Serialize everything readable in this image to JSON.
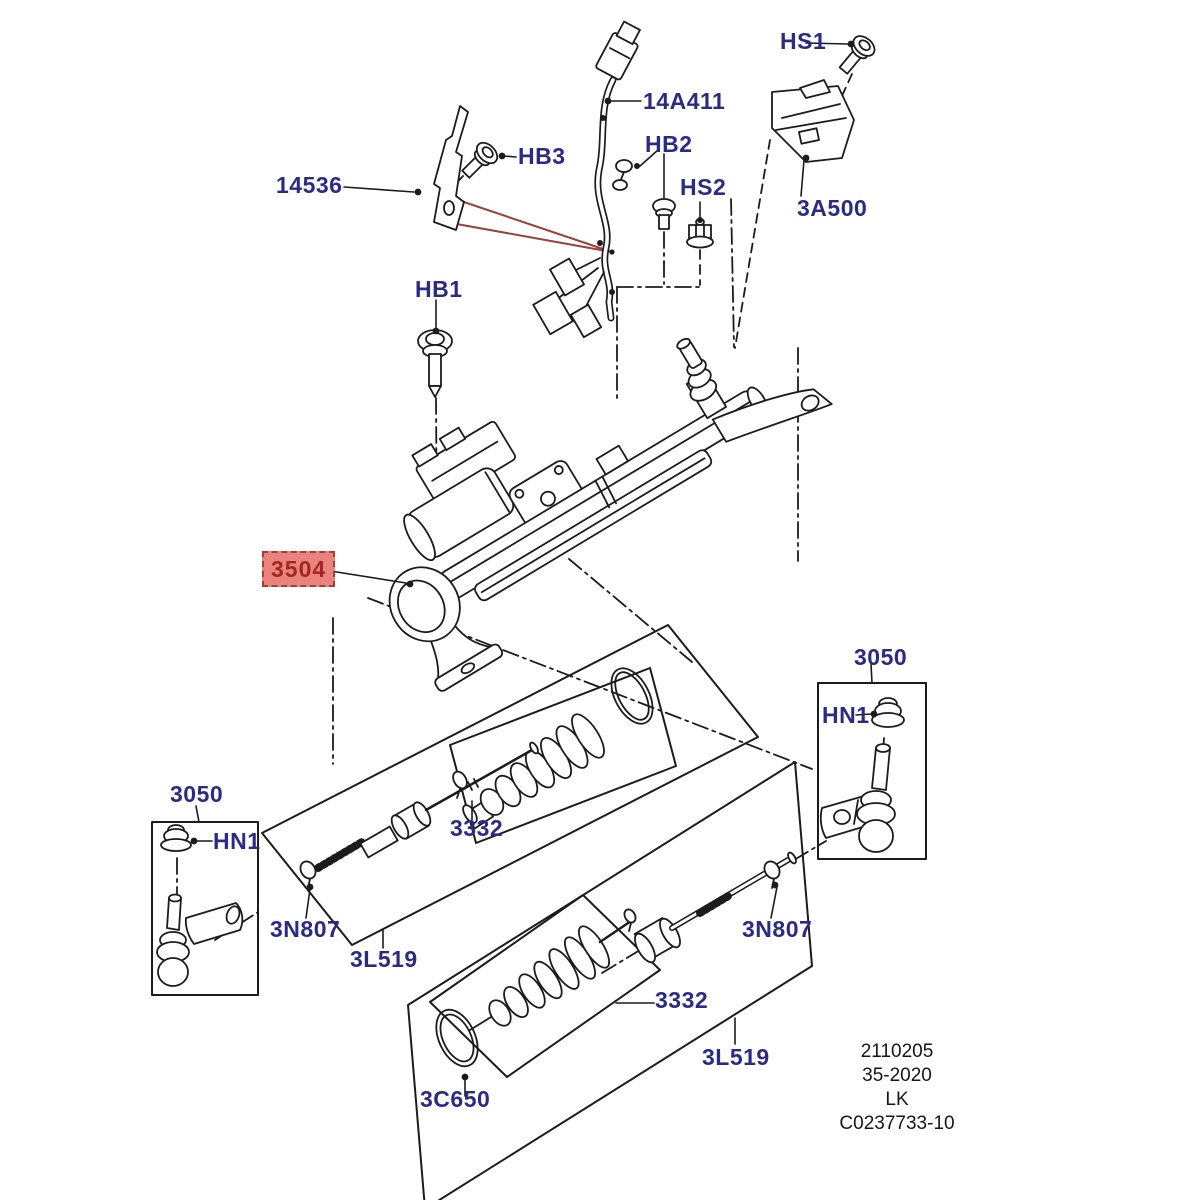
{
  "diagram_title": "Steering gear exploded parts diagram",
  "labels": {
    "hs1": "HS1",
    "harness": "14A411",
    "hb3": "HB3",
    "hb2": "HB2",
    "hs2": "HS2",
    "bracket": "14536",
    "shield": "3A500",
    "hb1": "HB1",
    "steering_gear": "3504",
    "tie_rod_kit_left": "3050",
    "tie_rod_kit_right": "3050",
    "hn1_left": "HN1",
    "hn1_right": "HN1",
    "boot_kit_center": "3332",
    "boot_kit_lower": "3332",
    "clamp_left": "3N807",
    "clamp_right": "3N807",
    "linkage_left": "3L519",
    "linkage_lower": "3L519",
    "clamp_ring": "3C650"
  },
  "info_block": {
    "line1": "2110205",
    "line2": "35-2020",
    "line3": "LK",
    "line4": "C0237733-10"
  },
  "colors": {
    "line": "#1c1c1c",
    "label_text": "#2b2b85",
    "highlight_bg": "#e9837e",
    "highlight_border": "#b03a34",
    "highlight_text": "#a32622",
    "red_leader": "#9c4038",
    "background": "#ffffff"
  }
}
